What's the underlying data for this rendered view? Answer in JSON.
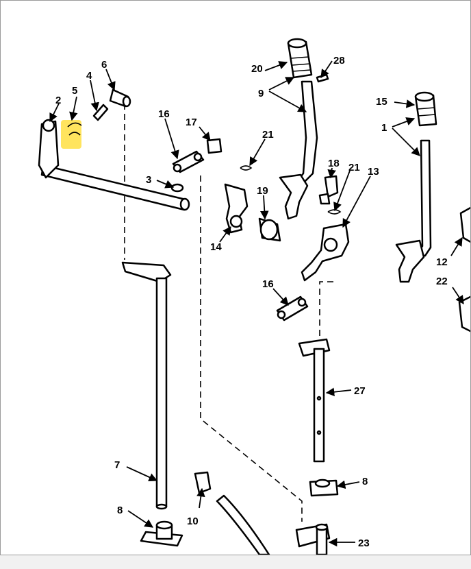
{
  "callouts": {
    "c1": "1",
    "c2": "2",
    "c3": "3",
    "c4": "4",
    "c5": "5",
    "c6": "6",
    "c7": "7",
    "c8a": "8",
    "c8b": "8",
    "c9": "9",
    "c10": "10",
    "c12": "12",
    "c13": "13",
    "c14": "14",
    "c15": "15",
    "c16a": "16",
    "c16b": "16",
    "c17": "17",
    "c18": "18",
    "c19": "19",
    "c20": "20",
    "c21a": "21",
    "c21b": "21",
    "c22": "22",
    "c23": "23",
    "c27": "27",
    "c28": "28"
  },
  "colors": {
    "line": "#000000",
    "paper": "#ffffff",
    "highlight": "#ffe14d",
    "background": "#f1f1f1"
  }
}
